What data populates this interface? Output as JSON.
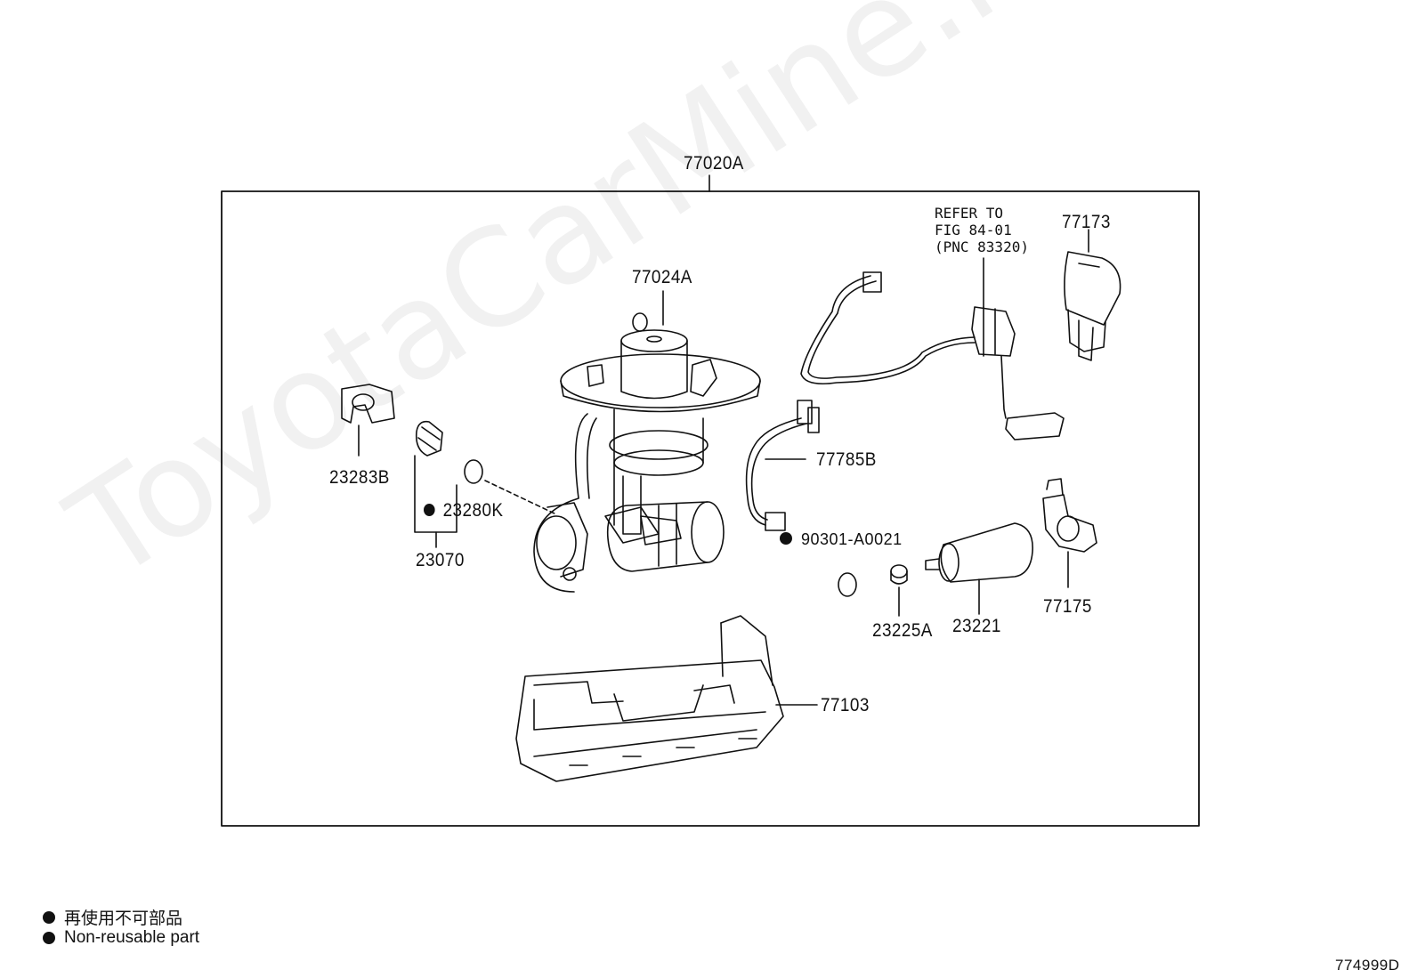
{
  "diagram": {
    "assembly_label": "77020A",
    "refer_note": [
      "REFER TO",
      "FIG 84-01",
      "(PNC 83320)"
    ],
    "callouts": {
      "p77024A": "77024A",
      "p77173": "77173",
      "p23283B": "23283B",
      "p23280K": "23280K",
      "p23070": "23070",
      "p77785B": "77785B",
      "p90301": "90301-A0021",
      "p23225A": "23225A",
      "p23221": "23221",
      "p77175": "77175",
      "p77103": "77103"
    },
    "non_reusable": [
      "p23280K",
      "p90301"
    ]
  },
  "legend": {
    "line1": "再使用不可部品",
    "line2": "Non-reusable part"
  },
  "figure_id": "774999D",
  "watermark": "ToyotaCarMine.ru"
}
